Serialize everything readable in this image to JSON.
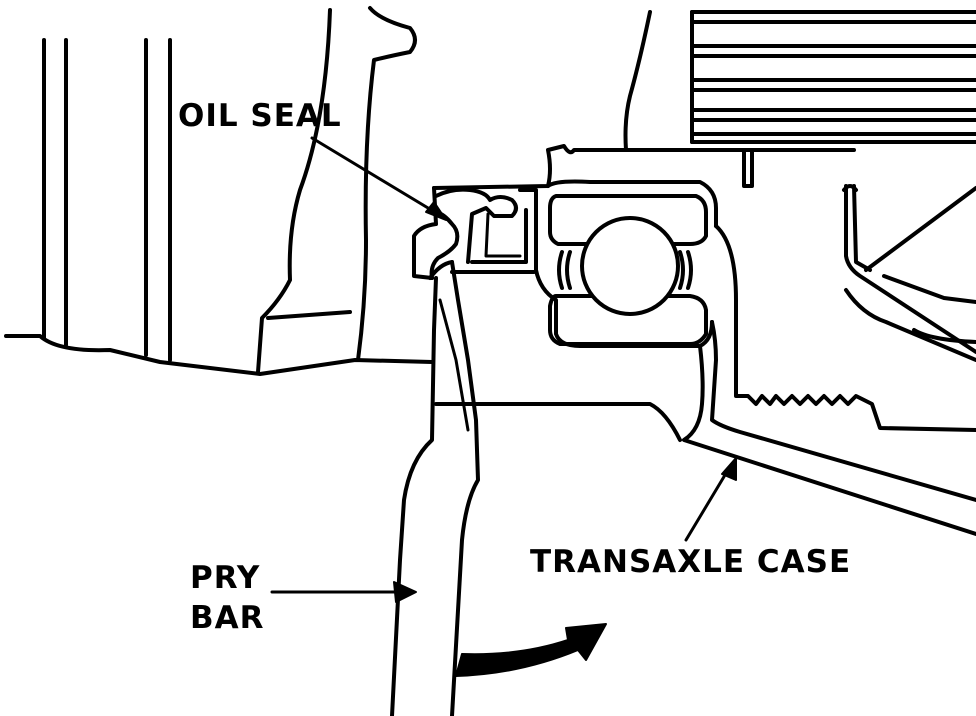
{
  "labels": {
    "oil_seal": "OIL SEAL",
    "pry_line1": "PRY",
    "pry_line2": "BAR",
    "transaxle_case": "TRANSAXLE CASE"
  },
  "colors": {
    "ink": "#000000",
    "background": "#ffffff"
  },
  "icons": {
    "direction_arrow": "curved-arrow-icon"
  }
}
